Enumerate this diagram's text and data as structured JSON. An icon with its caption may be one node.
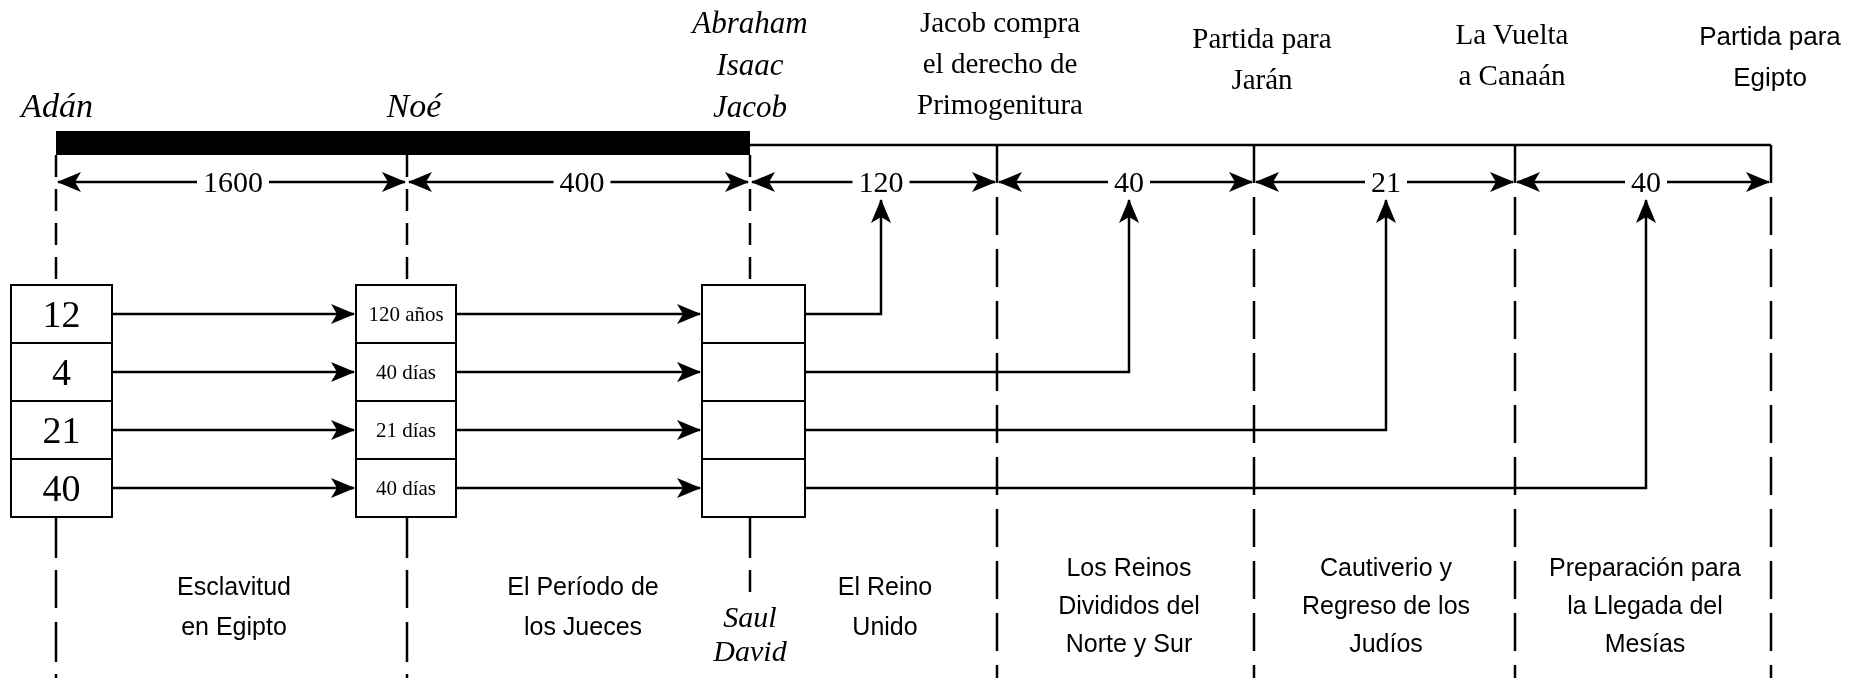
{
  "diagram": {
    "nodes": [
      {
        "text": [
          "12"
        ]
      },
      {
        "text": [
          "4"
        ]
      },
      {
        "text": [
          "21"
        ]
      },
      {
        "text": [
          "40"
        ]
      },
      {
        "text": [
          "120 años"
        ]
      },
      {
        "text": [
          "40 días"
        ]
      },
      {
        "text": [
          "21 días"
        ]
      },
      {
        "text": [
          "40 días"
        ]
      },
      {
        "text": [],
        "shape": "box"
      },
      {
        "text": [],
        "shape": "box"
      },
      {
        "text": [],
        "shape": "box"
      },
      {
        "text": [],
        "shape": "box"
      },
      {
        "text": [
          "120"
        ]
      },
      {
        "text": [
          "40"
        ]
      },
      {
        "text": [
          "21"
        ]
      },
      {
        "text": [
          "40"
        ]
      }
    ],
    "edges": [
      {
        "from": 0,
        "to": 4,
        "arrow": "to"
      },
      {
        "from": 1,
        "to": 5,
        "arrow": "to"
      },
      {
        "from": 2,
        "to": 6,
        "arrow": "to"
      },
      {
        "from": 3,
        "to": 7,
        "arrow": "to"
      },
      {
        "from": 4,
        "to": 8,
        "arrow": "to"
      },
      {
        "from": 5,
        "to": 9,
        "arrow": "to"
      },
      {
        "from": 6,
        "to": 10,
        "arrow": "to"
      },
      {
        "from": 7,
        "to": 11,
        "arrow": "to"
      },
      {
        "from": 8,
        "to": 12,
        "arrow": "to"
      },
      {
        "from": 9,
        "to": 13,
        "arrow": "to"
      },
      {
        "from": 10,
        "to": 14,
        "arrow": "to"
      },
      {
        "from": 11,
        "to": 15,
        "arrow": "to"
      }
    ],
    "labels": [
      "Abraham Isaac Jacob",
      "Jacob compra el derecho de Primogenitura",
      "Partida para Jarán",
      "La Vuelta a Canaán",
      "Partida para Egipto",
      "Adán",
      "Noé",
      "1600",
      "400",
      "Esclavitud en Egipto",
      "El Período de los Jueces",
      "El Reino Unido",
      "Los Reinos Divididos del Norte y Sur",
      "Cautiverio y Regreso de los Judíos",
      "Preparación para la Llegada del Mesías",
      "Saul David"
    ]
  }
}
